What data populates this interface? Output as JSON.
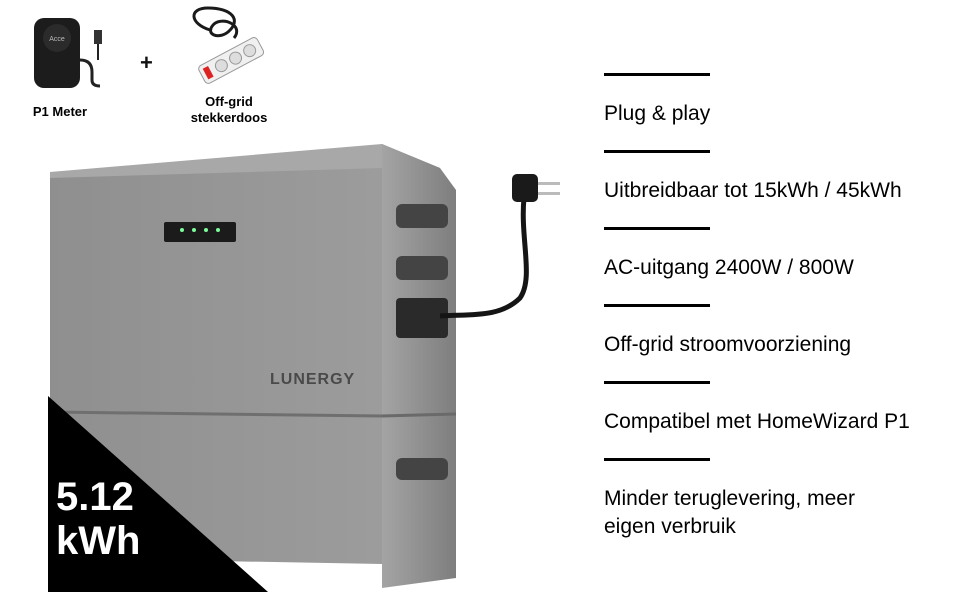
{
  "accessories": {
    "meter_label": "P1 Meter",
    "meter_logo": "Acce",
    "plus": "+",
    "strip_label_line1": "Off-grid",
    "strip_label_line2": "stekkerdoos"
  },
  "product": {
    "brand": "LUNERGY",
    "capacity_value": "5.12",
    "capacity_unit": "kWh"
  },
  "features": [
    "Plug & play",
    "Uitbreidbaar tot 15kWh / 45kWh",
    "AC-uitgang 2400W / 800W",
    "Off-grid stroomvoorziening",
    "Compatibel met HomeWizard P1",
    "Minder teruglevering, meer",
    "eigen verbruik"
  ]
}
